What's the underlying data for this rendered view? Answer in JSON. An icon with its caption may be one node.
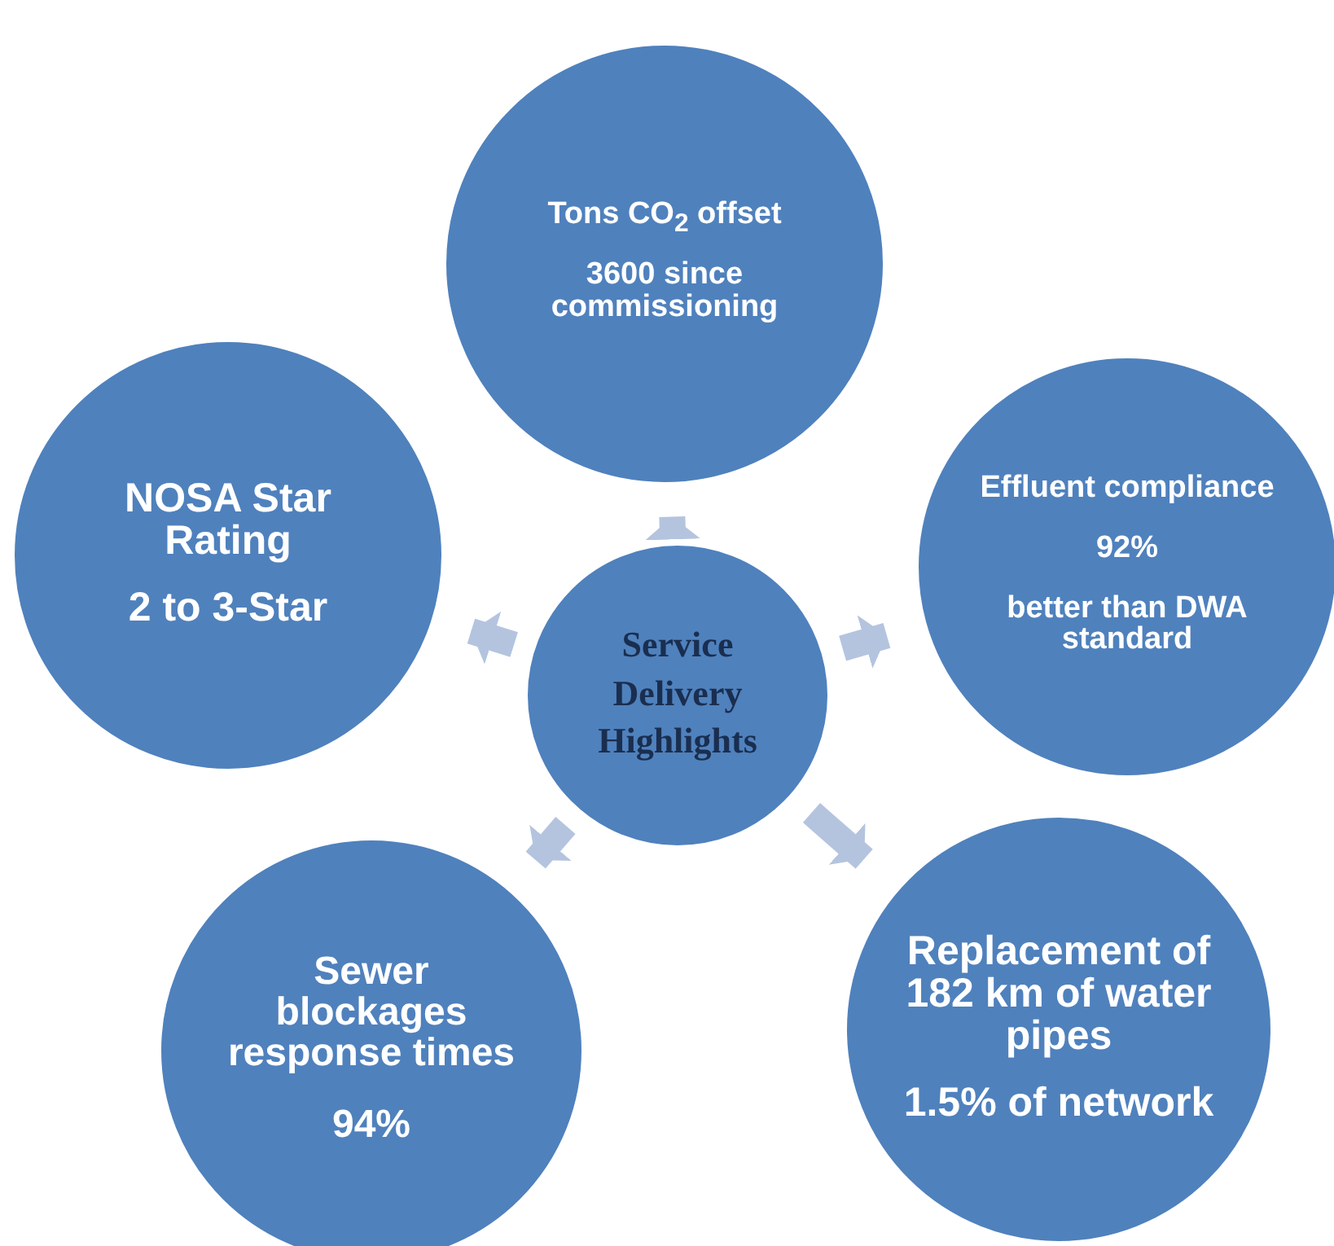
{
  "diagram": {
    "nodes": [
      {
        "text": [
          "Tons CO$_{2}$ offset",
          "3600 since commissioning"
        ]
      },
      {
        "text": [
          "NOSA Star Rating",
          "2 to 3-Star"
        ]
      },
      {
        "text": [
          "Effluent compliance",
          "92%",
          "better than DWA standard"
        ]
      },
      {
        "text": [
          "Service Delivery Highlights"
        ]
      },
      {
        "text": [
          "Sewer blockages response times",
          "94%"
        ]
      },
      {
        "text": [
          "Replacement of 182 km of water pipes",
          "1.5% of network"
        ]
      }
    ],
    "edges": [
      {
        "from": 3,
        "to": 0,
        "arrow": "to"
      },
      {
        "from": 3,
        "to": 1,
        "arrow": "to"
      },
      {
        "from": 3,
        "to": 2,
        "arrow": "to"
      },
      {
        "from": 3,
        "to": 4,
        "arrow": "to"
      },
      {
        "from": 3,
        "to": 5,
        "arrow": "to"
      }
    ]
  }
}
